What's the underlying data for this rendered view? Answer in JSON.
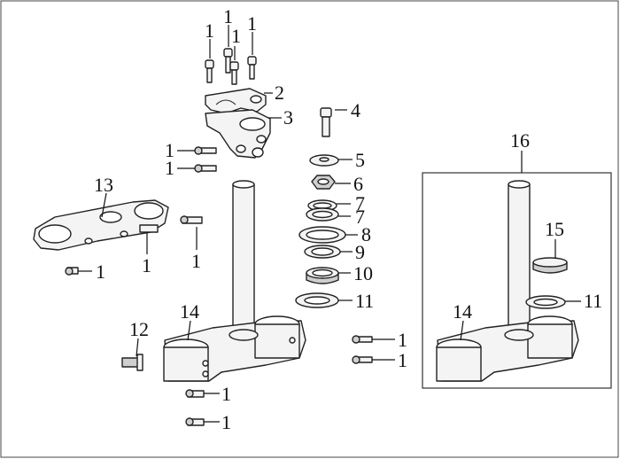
{
  "callouts": {
    "c1a": "1",
    "c1b": "1",
    "c1c": "1",
    "c1d": "1",
    "c2": "2",
    "c3": "3",
    "c4": "4",
    "c1e": "1",
    "c1f": "1",
    "c5": "5",
    "c6": "6",
    "c7a": "7",
    "c7b": "7",
    "c8": "8",
    "c9": "9",
    "c10": "10",
    "c11": "11",
    "c13": "13",
    "c1g": "1",
    "c1h": "1",
    "c1i": "1",
    "c16": "16",
    "c15": "15",
    "c11b": "11",
    "c14b": "14",
    "c14": "14",
    "c12": "12",
    "c1j": "1",
    "c1k": "1",
    "c1l": "1",
    "c1m": "1"
  }
}
